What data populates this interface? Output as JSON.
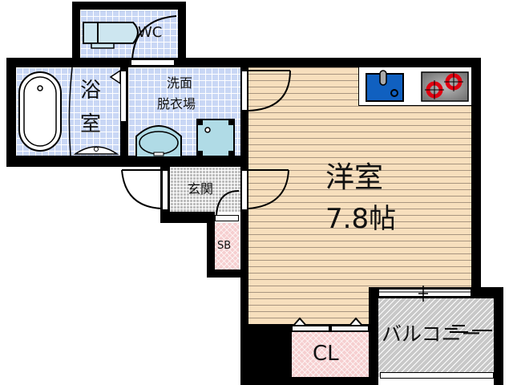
{
  "floorplan": {
    "rooms": {
      "wc": {
        "label": "WC"
      },
      "bathroom": {
        "label_line1": "浴",
        "label_line2": "室"
      },
      "washroom": {
        "label_line1": "洗面",
        "label_line2": "脱衣場"
      },
      "western_room": {
        "label_line1": "洋室",
        "label_line2": "7.8帖"
      },
      "entrance": {
        "label": "玄関"
      },
      "shoe_box": {
        "label": "SB"
      },
      "closet": {
        "label": "CL"
      },
      "balcony": {
        "label": "バルコニー"
      }
    },
    "colors": {
      "wall": "#000000",
      "tile": "#c9d7f5",
      "wood_floor": "#f7dfbd",
      "storage_pink": "#f6cfd0",
      "balcony_gray": "#c8c8c8",
      "sink_blue": "#1060c0",
      "stove_gray": "#8a8a8a",
      "burner_red": "#e00010"
    }
  }
}
